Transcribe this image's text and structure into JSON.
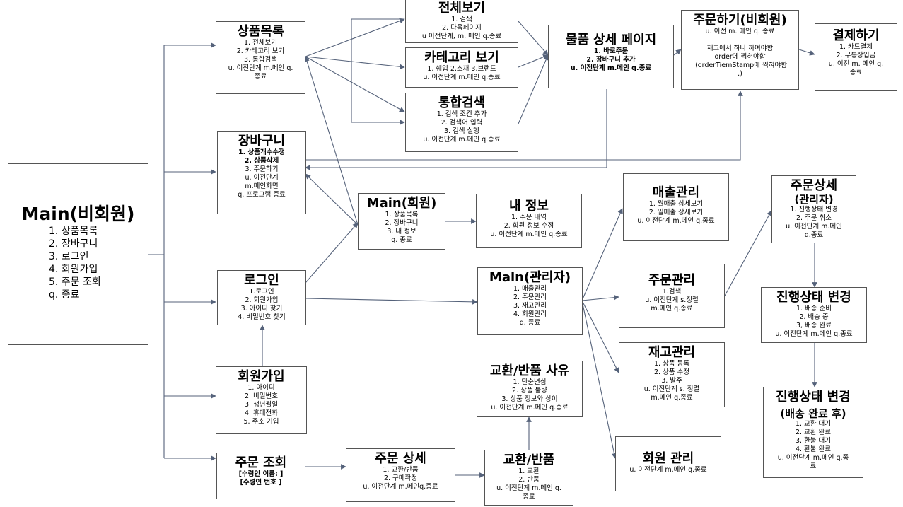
{
  "nodes": {
    "main": {
      "title": "Main(비회원)",
      "lines": [
        "1. 상품목록",
        "2. 장바구니",
        "3. 로그인",
        "4. 회원가입",
        "5. 주문 조회",
        "q. 종료"
      ]
    },
    "product_list": {
      "title": "상품목록",
      "lines": [
        "1. 전체보기",
        "2. 카테고리 보기",
        "3. 통합검색",
        "u. 이전단계 m.메인 q.",
        "종료"
      ]
    },
    "view_all": {
      "title": "전체보기",
      "lines": [
        "1. 검색",
        "2. 다음페이지",
        "u 이전단계, m. 메인 q.종료"
      ]
    },
    "category": {
      "title": "카테고리 보기",
      "lines": [
        "1. 쉐입 2.소재 3.브랜드",
        "u. 이전단계 m.메인 q.종료"
      ]
    },
    "search": {
      "title": "통합검색",
      "lines": [
        "1. 검색 조건 추가",
        "2. 검색어 입력",
        "3. 검색 실행",
        "u. 이전단계 m.메인 q.종료"
      ]
    },
    "product_detail": {
      "title": "물품 상세 페이지",
      "lines": [
        "1. 바로주문",
        "2. 장바구니 추가",
        "u. 이전단계 m.메인 q.종료"
      ]
    },
    "order_guest": {
      "title": "주문하기(비회원)",
      "lines": [
        "u. 이전 m. 메인 q. 종료",
        "",
        "재고에서 하나 까여야함",
        "order에 찍혀야함",
        ".(orderTiemStamp에 찍혀야함",
        ".)"
      ]
    },
    "payment": {
      "title": "결제하기",
      "lines": [
        "1. 카드결제",
        "2. 무통장입금",
        "u. 이전 m. 메인 q.",
        "종료"
      ]
    },
    "cart": {
      "title": "장바구니",
      "lines": [
        "1. 상품개수수정",
        "2. 상품삭제",
        "3. 주문하기",
        "u. 이전단계",
        "m.메인화면",
        "q. 프로그램 종료"
      ]
    },
    "main_member": {
      "title": "Main(회원)",
      "lines": [
        "1. 상품목록",
        "2. 장바구니",
        "3. 내 정보",
        "q. 종료"
      ]
    },
    "my_info": {
      "title": "내 정보",
      "lines": [
        "1. 주문 내역",
        "2. 회원 정보 수정",
        "u. 이전단계 m.메인 q.종료"
      ]
    },
    "login": {
      "title": "로그인",
      "lines": [
        "1.로그인",
        "2. 회원가입",
        "3. 아이디 찾기",
        "4. 비밀번호 찾기"
      ]
    },
    "signup": {
      "title": "회원가입",
      "lines": [
        "1. 아이디",
        "2. 비밀번호",
        "3. 생년월일",
        "4. 휴대전화",
        "5. 주소 기입"
      ]
    },
    "order_lookup": {
      "title": "주문 조회",
      "lines": [
        "[수령인 이름: ]",
        "[수령인 번호 ]"
      ]
    },
    "order_detail": {
      "title": "주문 상세",
      "lines": [
        "1. 교환/반품",
        "2. 구매확정",
        "u. 이전단계 m.메인q.종료"
      ]
    },
    "exchange": {
      "title": "교환/반품",
      "lines": [
        "1. 교환",
        "2. 반품",
        "u. 이전단계 m.메인 q.",
        "종료"
      ]
    },
    "exchange_reason": {
      "title": "교환/반품 사유",
      "lines": [
        "1. 단순변심",
        "2. 상품 불량",
        "3. 상품 정보와 상이",
        "u. 이전단계 m.메인 q.종료"
      ]
    },
    "main_admin": {
      "title": "Main(관리자)",
      "lines": [
        "1. 매출관리",
        "2. 주문관리",
        "3. 재고관리",
        "4. 회원관리",
        "q. 종료"
      ]
    },
    "sales": {
      "title": "매출관리",
      "lines": [
        "1. 월매출 상세보기",
        "2. 일매출 상세보기",
        "u. 이전단계 m.메인 q.종료"
      ]
    },
    "order_mgmt": {
      "title": "주문관리",
      "lines": [
        "1.검색",
        "u. 이전단계 s.정렬",
        "m.메인 q.종료"
      ]
    },
    "stock": {
      "title": "재고관리",
      "lines": [
        "1. 상품 등록",
        "2. 상품 수정",
        "3. 발주",
        "u. 이전단계 s. 정렬",
        "m.메인 q.종료"
      ]
    },
    "member_mgmt": {
      "title": "회원 관리",
      "lines": [
        "u. 이전단계 m.메인 q.종료"
      ]
    },
    "order_detail_admin": {
      "title": "주문상세",
      "title2": "(관리자)",
      "lines": [
        "1. 진행상태 변경",
        "2. 주문 취소",
        "u. 이전단계 m.메인",
        "q.종료"
      ]
    },
    "status_change": {
      "title": "진행상태 변경",
      "lines": [
        "1. 배송 준비",
        "2. 배송 중",
        "3, 배송 완료",
        "u. 이전단계 m.메인 q.종료"
      ]
    },
    "status_change_after": {
      "title": "진행상태 변경",
      "title2": "(배송 완료 후)",
      "lines": [
        "1. 교환 대기",
        "2. 교환 완료",
        "3. 환불 대기",
        "4. 환불 완료",
        "u. 이전단계 m.메인 q.종",
        "료"
      ]
    }
  }
}
